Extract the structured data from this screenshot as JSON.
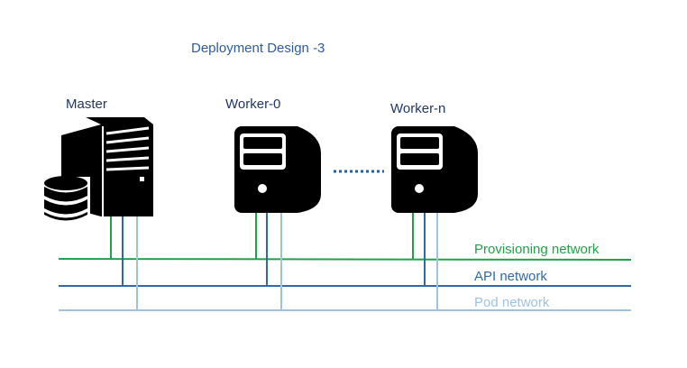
{
  "title": "Deployment Design -3",
  "nodes": {
    "master": {
      "label": "Master",
      "icon": "server-database-icon"
    },
    "worker0": {
      "label": "Worker-0",
      "icon": "server-icon"
    },
    "workern": {
      "label": "Worker-n",
      "icon": "server-icon"
    }
  },
  "networks": {
    "provisioning": {
      "label": "Provisioning network",
      "color": "#22a14a"
    },
    "api": {
      "label": "API network",
      "color": "#2e6aa6"
    },
    "pod": {
      "label": "Pod network",
      "color": "#9dc3e0"
    }
  },
  "colors": {
    "title": "#2e5c9a",
    "node_label": "#1f3864",
    "ellipsis": "#2e5c9a"
  }
}
